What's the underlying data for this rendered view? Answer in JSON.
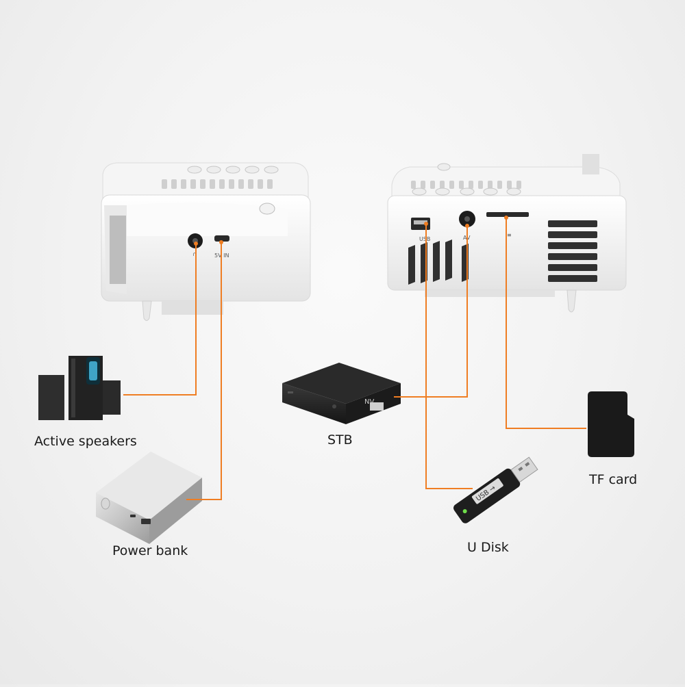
{
  "accent_color": "#ef7d22",
  "projector_left": {
    "ports": {
      "audio": "∩",
      "power": "5V IN"
    }
  },
  "projector_right": {
    "ports": {
      "usb": "USB",
      "av": "AV",
      "tf": "≡"
    }
  },
  "devices": {
    "speakers": "Active speakers",
    "power_bank": "Power bank",
    "stb": "STB",
    "stb_badge": "NV",
    "u_disk": "U Disk",
    "u_disk_print": "USB →",
    "tf_card": "TF card"
  }
}
